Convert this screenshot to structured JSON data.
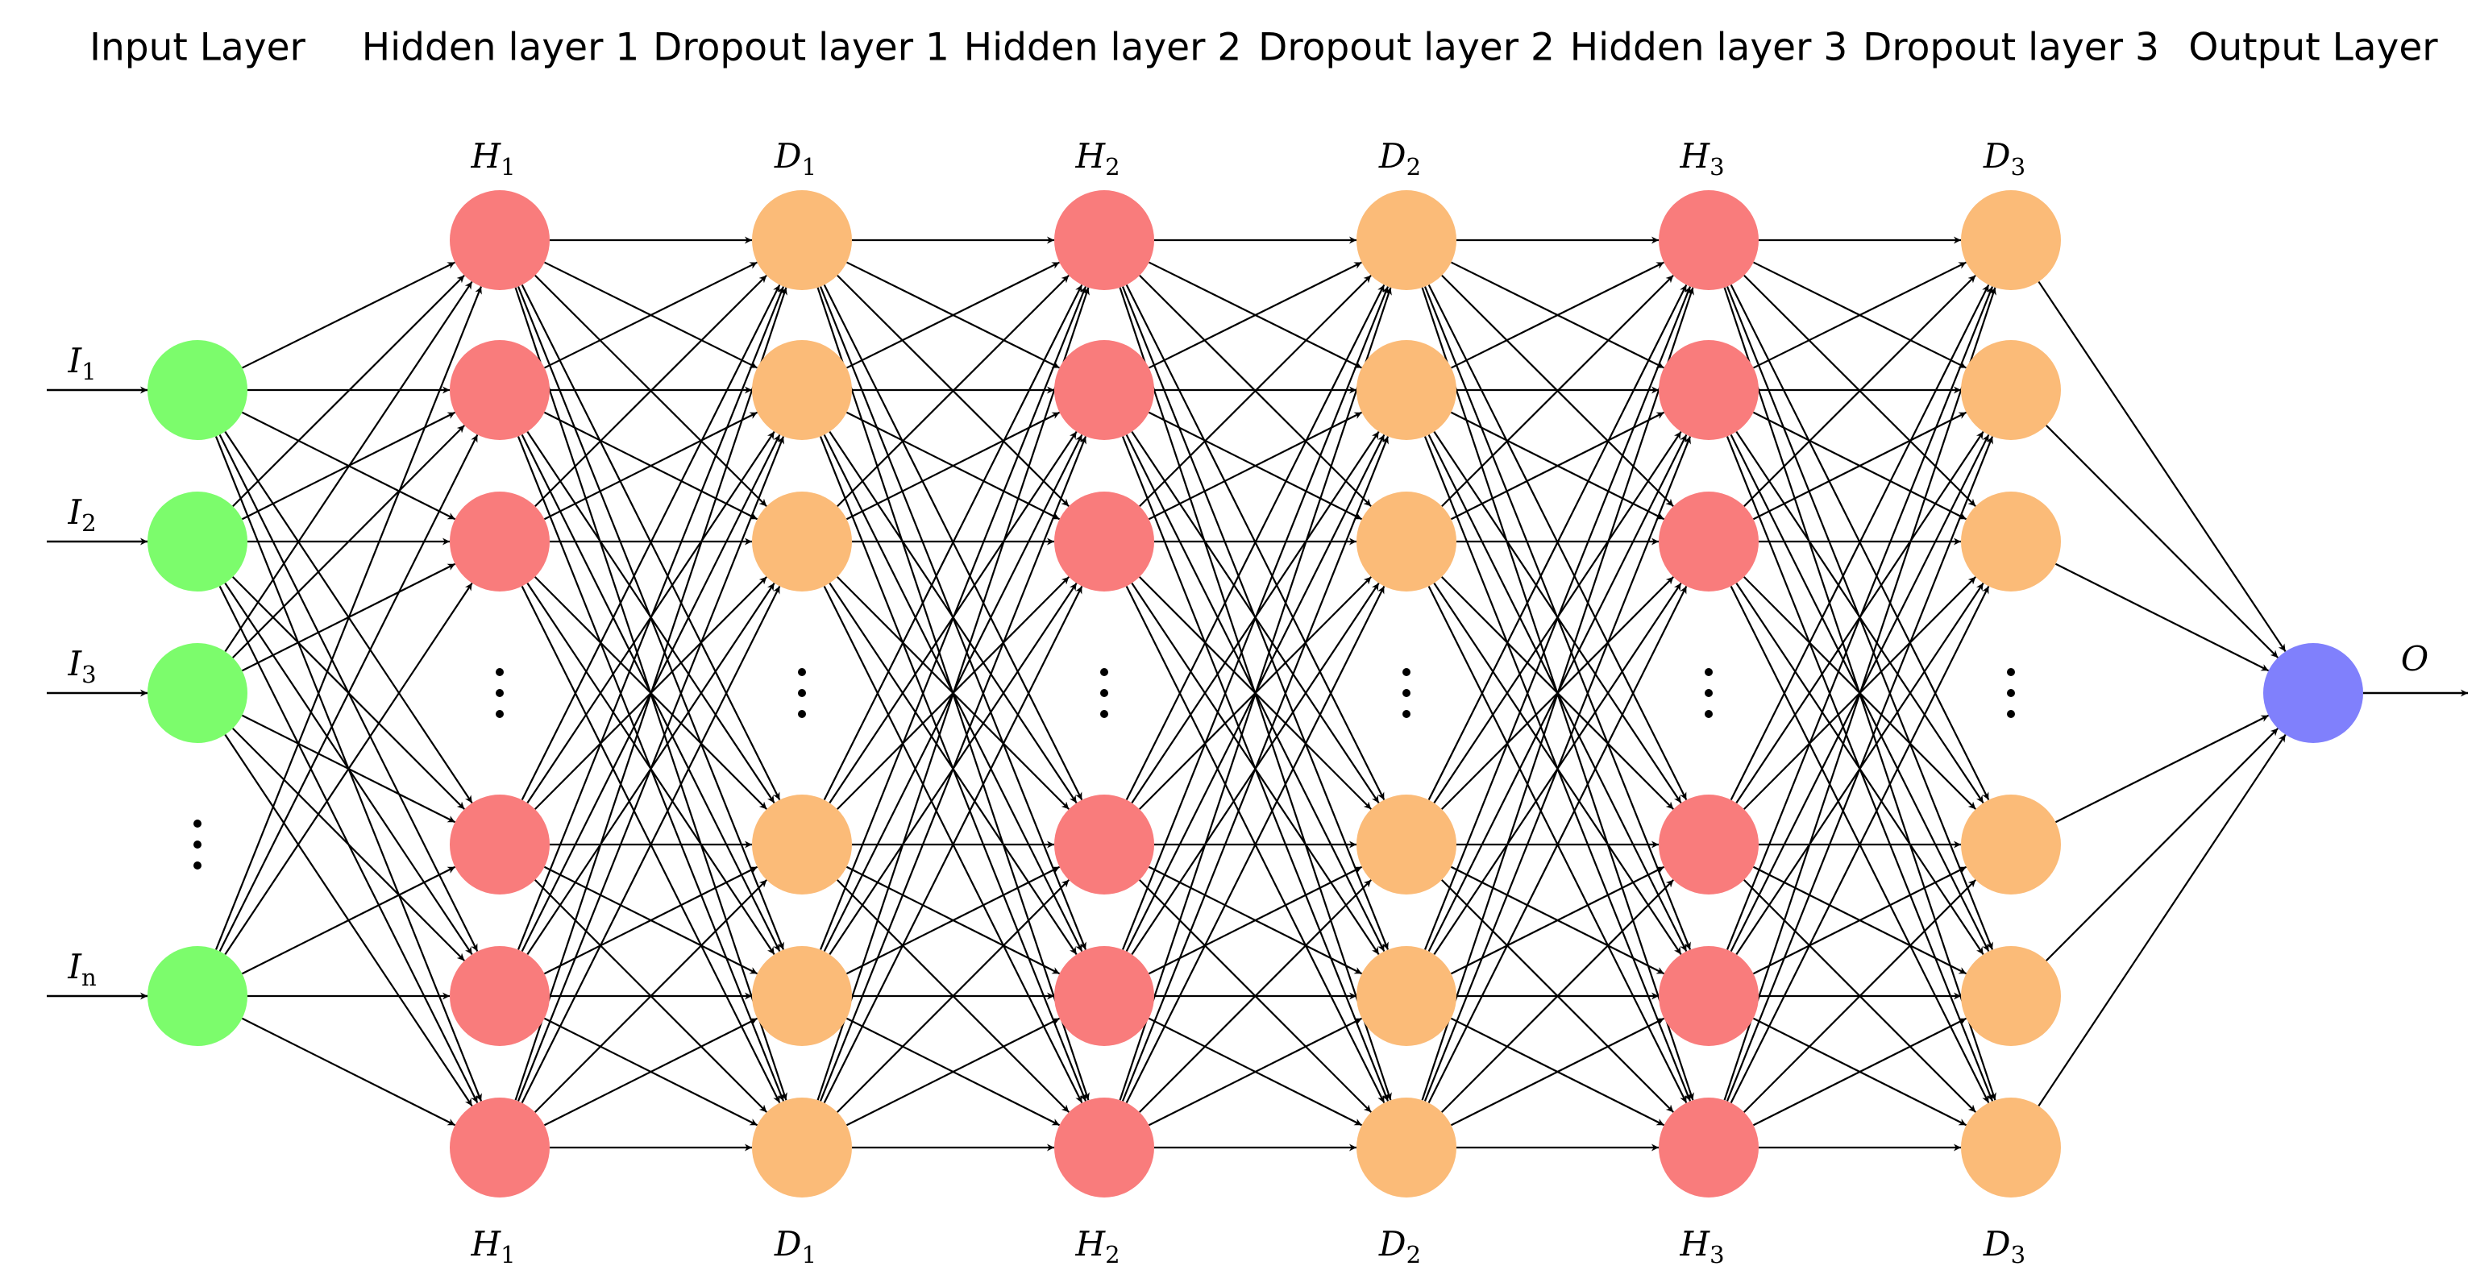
{
  "layers": [
    {
      "title": "Input Layer",
      "kind": "input",
      "color": "#7cfc6c",
      "symbol": "I",
      "subscripts": [
        "1",
        "2",
        "3",
        "n"
      ],
      "has_ellipsis": true
    },
    {
      "title": "Hidden layer 1",
      "kind": "hidden",
      "color": "#f97c7c",
      "symbol": "H",
      "index": "1",
      "has_ellipsis": true
    },
    {
      "title": "Dropout layer 1",
      "kind": "dropout",
      "color": "#fbbb78",
      "symbol": "D",
      "index": "1",
      "has_ellipsis": true
    },
    {
      "title": "Hidden layer 2",
      "kind": "hidden",
      "color": "#f97c7c",
      "symbol": "H",
      "index": "2",
      "has_ellipsis": true
    },
    {
      "title": "Dropout layer 2",
      "kind": "dropout",
      "color": "#fbbb78",
      "symbol": "D",
      "index": "2",
      "has_ellipsis": true
    },
    {
      "title": "Hidden layer 3",
      "kind": "hidden",
      "color": "#f97c7c",
      "symbol": "H",
      "index": "3",
      "has_ellipsis": true
    },
    {
      "title": "Dropout layer 3",
      "kind": "dropout",
      "color": "#fbbb78",
      "symbol": "D",
      "index": "3",
      "has_ellipsis": true
    },
    {
      "title": "Output Layer",
      "kind": "output",
      "color": "#8080fc",
      "symbol": "O"
    }
  ]
}
